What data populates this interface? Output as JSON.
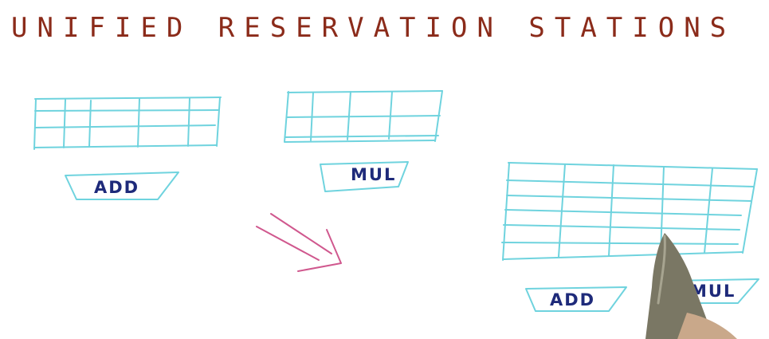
{
  "title": "UNIFIED RESERVATION STATIONS",
  "labels": {
    "add_top": "ADD",
    "mul_top": "MUL",
    "add_bottom": "ADD",
    "mul_bottom": "MUL"
  },
  "colors": {
    "title": "#8b2b1a",
    "table_lines": "#6fd3de",
    "unit_label_text": "#1e2a7a",
    "arrow": "#d0588e",
    "background": "#ffffff"
  }
}
